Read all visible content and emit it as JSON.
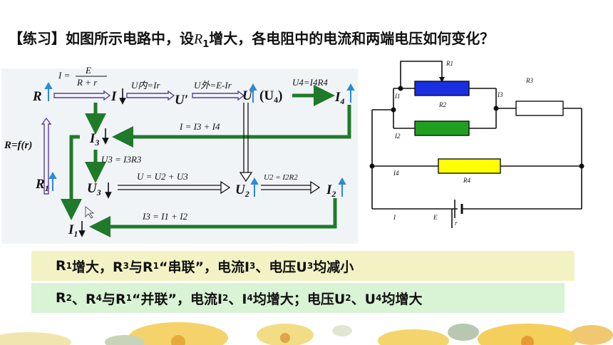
{
  "title": {
    "pre": "【练习】如图所示电路中，设",
    "var": "R",
    "sub": "1",
    "post": "增大，各电阻中的电流和两端电压如何变化？"
  },
  "flow": {
    "R": "R",
    "I": "I",
    "Uprime": "U′",
    "U": "U",
    "U4paren": "(U",
    "U4sub": "4",
    "U4close": ")",
    "I4": "I",
    "I4sub": "4",
    "I3": "I",
    "I3sub": "3",
    "R1": "R",
    "R1sub": "1",
    "U3": "U",
    "U3sub": "3",
    "U2": "U",
    "U2sub": "2",
    "I2": "I",
    "I2sub": "2",
    "I1": "I",
    "I1sub": "1",
    "Rfr": "R=f(r)",
    "eq_I_num": "E",
    "eq_I_den": "R + r",
    "eq_I_lhs": "I =",
    "eq_Unei": "U内=Ir",
    "eq_Uwai": "U外=E-Ir",
    "eq_U4": "U4=I4R4",
    "eq_I": "I = I3 + I4",
    "eq_U3": "U3 = I3R3",
    "eq_U": "U = U2 + U3",
    "eq_U2": "U2 = I2R2",
    "eq_I3": "I3 = I1 + I2"
  },
  "circuit": {
    "R1": "R1",
    "R2": "R2",
    "R3": "R3",
    "R4": "R4",
    "I1": "I1",
    "I2": "I2",
    "I3": "I3",
    "I4": "I4",
    "I": "I",
    "E": "E",
    "r": "r",
    "colors": {
      "R2": "#1a2fe0",
      "R1green": "#20a020",
      "R4": "#ffff00"
    }
  },
  "bar1": {
    "a": "R",
    "a_sub": "1",
    "b": "增大，R",
    "b_sub": "3",
    "c": "与R",
    "c_sub": "1",
    "d": "“串联”，电流I",
    "d_sub": "3",
    "e": "、电压U",
    "e_sub": "3",
    "f": "均减小"
  },
  "bar2": {
    "a": "R",
    "a_sub": "2",
    "b": "、R",
    "b_sub": "4",
    "c": "与R",
    "c_sub": "1",
    "d": "“并联”，电流I",
    "d_sub": "2",
    "e": "、I",
    "e_sub": "4",
    "f": "均增大；电压U",
    "f_sub": "2",
    "g": "、U",
    "g_sub": "4",
    "h": "均增大"
  }
}
